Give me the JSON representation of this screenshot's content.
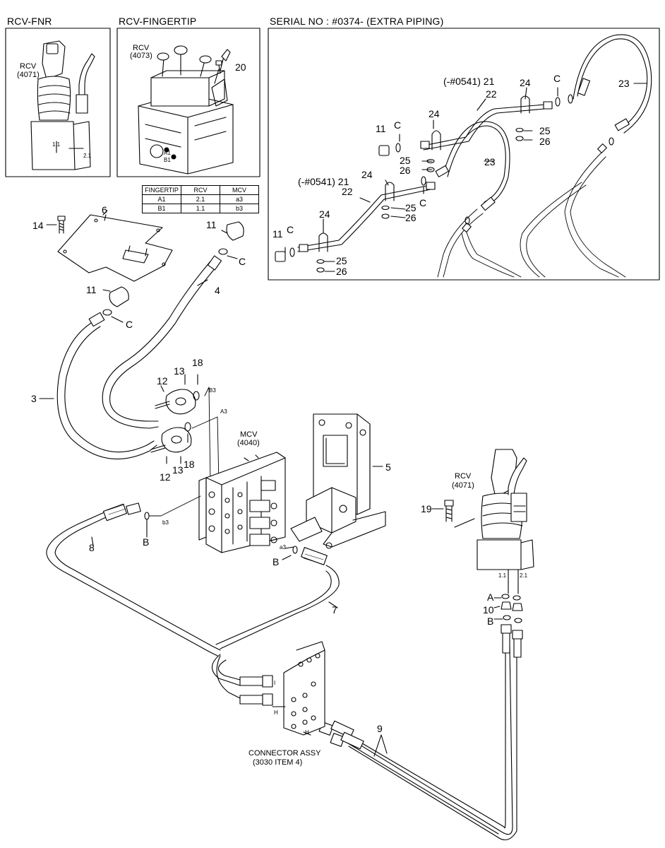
{
  "inset_titles": {
    "fnr": "RCV-FNR",
    "fingertip": "RCV-FINGERTIP",
    "serial": "SERIAL NO : #0374- (EXTRA PIPING)"
  },
  "inset_labels": {
    "fnr_rcv": "RCV",
    "fnr_code": "(4071)",
    "fnr_p1": "1.1",
    "fnr_p2": "2.1",
    "ft_rcv": "RCV",
    "ft_code": "(4073)",
    "ft_a1": "A1",
    "ft_b1": "B1"
  },
  "port_table": {
    "headers": [
      "FINGERTIP",
      "RCV",
      "MCV"
    ],
    "rows": [
      [
        "A1",
        "2.1",
        "a3"
      ],
      [
        "B1",
        "1.1",
        "b3"
      ]
    ]
  },
  "components": {
    "mcv": "MCV",
    "mcv_code": "(4040)",
    "rcv": "RCV",
    "rcv_code": "(4071)",
    "connector": "CONNECTOR ASSY",
    "connector_ref": "(3030 ITEM 4)",
    "port_a3": "A3",
    "port_b3": "B3",
    "port_small_a3": "a3",
    "port_small_b3": "b3",
    "rcv_p1": "1.1",
    "rcv_p2": "2.1",
    "conn_h1": "H",
    "conn_h2": "H",
    "conn_i": "I"
  },
  "callouts": {
    "c20": "20",
    "c21a": "(-#0541) 21",
    "c22a": "22",
    "c24a": "24",
    "cCa": "C",
    "c23a": "23",
    "c11a": "11",
    "cCb": "C",
    "c24b": "24",
    "c25a": "25",
    "c26a": "26",
    "c25b": "25",
    "c26b": "26",
    "c23b": "23",
    "c21b": "(-#0541) 21",
    "c22b": "22",
    "c24c": "24",
    "cCc": "C",
    "c25c": "25",
    "c26c": "26",
    "c24d": "24",
    "c11b": "11",
    "cCd": "C",
    "c25d": "25",
    "c26d": "26",
    "c6": "6",
    "c14": "14",
    "c11c": "11",
    "cCe": "C",
    "c4": "4",
    "c11d": "11",
    "cCf": "C",
    "c3": "3",
    "c12a": "12",
    "c13a": "13",
    "c18a": "18",
    "c12b": "12",
    "c13b": "13",
    "c18b": "18",
    "c5": "5",
    "c8": "8",
    "cB1": "B",
    "cB2": "B",
    "c7": "7",
    "c19": "19",
    "cA": "A",
    "c10": "10",
    "cB3": "B",
    "c9": "9"
  }
}
